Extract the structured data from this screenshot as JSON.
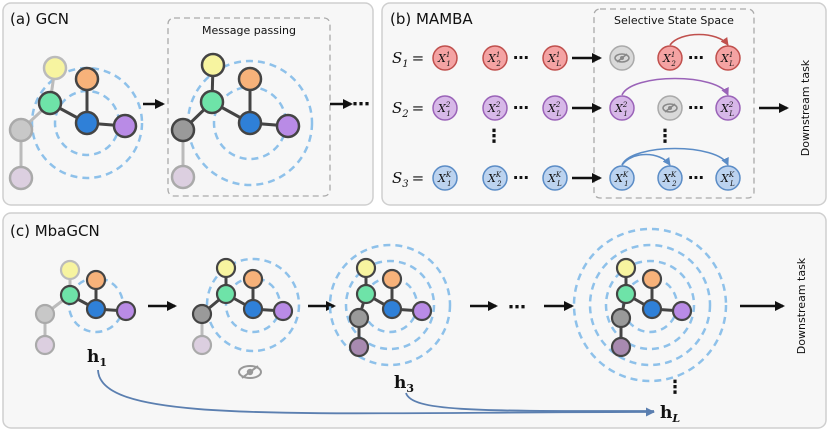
{
  "panels": {
    "gcn": {
      "label": "(a) GCN",
      "message_passing": "Message passing"
    },
    "mamba": {
      "label": "(b) MAMBA",
      "selective": "Selective State Space",
      "downstream": "Downstream task",
      "rows": [
        {
          "seq": "S",
          "sub": "1",
          "sup": "1",
          "color": "#f4a3a3",
          "stroke": "#c0504d"
        },
        {
          "seq": "S",
          "sub": "2",
          "sup": "2",
          "color": "#d7b8e8",
          "stroke": "#9a63b8"
        },
        {
          "seq": "S",
          "sub": "3",
          "sup": "K",
          "color": "#bcd3ef",
          "stroke": "#5b8cc6"
        }
      ],
      "x_symbol": "X",
      "idx": [
        "1",
        "2",
        "L"
      ]
    },
    "mbagcn": {
      "label": "(c) MbaGCN",
      "downstream": "Downstream task",
      "h1": "h",
      "h1_sub": "1",
      "h3": "h",
      "h3_sub": "3",
      "hL": "h",
      "hL_sub": "L"
    }
  },
  "ellipsis": "⋯",
  "colors": {
    "yellow": "#f7f4a0",
    "orange": "#f7b27a",
    "green": "#6ee3a8",
    "blue": "#2f80d8",
    "purple": "#b98be6",
    "gray": "#9a9a9a",
    "lightgray": "#d8d8d8",
    "lilac": "#d8c7dd",
    "dashed": "#8ec1ea"
  }
}
